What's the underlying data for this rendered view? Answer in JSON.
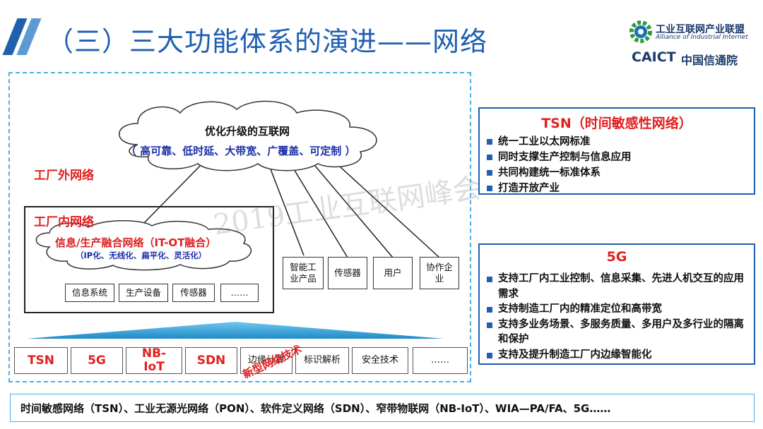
{
  "title": "（三）三大功能体系的演进——网络",
  "logo": {
    "aii_cn": "工业互联网产业联盟",
    "aii_en": "Alliance of Industrial Internet",
    "caict": "CAICT",
    "caict_cn": "中国信通院"
  },
  "diagram": {
    "cloud_title": "优化升级的互联网",
    "cloud_sub": "（ 高可靠、低时延、大带宽、广覆盖、可定制 ）",
    "outer_label": "工厂外网络",
    "inner_label": "工厂内网络",
    "itot_title": "信息/生产融合网络（IT-OT融合）",
    "itot_sub": "（IP化、无线化、扁平化、灵活化）",
    "inner_boxes": [
      "信息系统",
      "生产设备",
      "传感器",
      "……"
    ],
    "outer_boxes": [
      "智能工业产品",
      "传感器",
      "用户",
      "协作企业"
    ],
    "tech_boxes": [
      "TSN",
      "5G",
      "NB-IoT",
      "SDN",
      "边缘计算",
      "标识解析",
      "安全技术",
      "……"
    ],
    "new_tech_label": "新型网络技术",
    "watermark": "2019工业互联网峰会"
  },
  "bottom_bar": "时间敏感网络（TSN）、工业无源光网络（PON）、软件定义网络（SDN）、窄带物联网（NB-IoT）、WIA—PA/FA、5G……",
  "panels": [
    {
      "title": "TSN（时间敏感性网络）",
      "items": [
        "统一工业以太网标准",
        "同时支撑生产控制与信息应用",
        "共同构建统一标准体系",
        "打造开放产业"
      ]
    },
    {
      "title": "5G",
      "items": [
        "支持工厂内工业控制、信息采集、先进人机交互的应用需求",
        "支持制造工厂内的精准定位和高带宽",
        "支持多业务场景、多服务质量、多用户及多行业的隔离和保护",
        "支持及提升制造工厂内边缘智能化"
      ]
    }
  ],
  "colors": {
    "accent_blue": "#1f5fb0",
    "red": "#e02020",
    "dash_cyan": "#48b0e0",
    "navy": "#1c2fa8"
  }
}
